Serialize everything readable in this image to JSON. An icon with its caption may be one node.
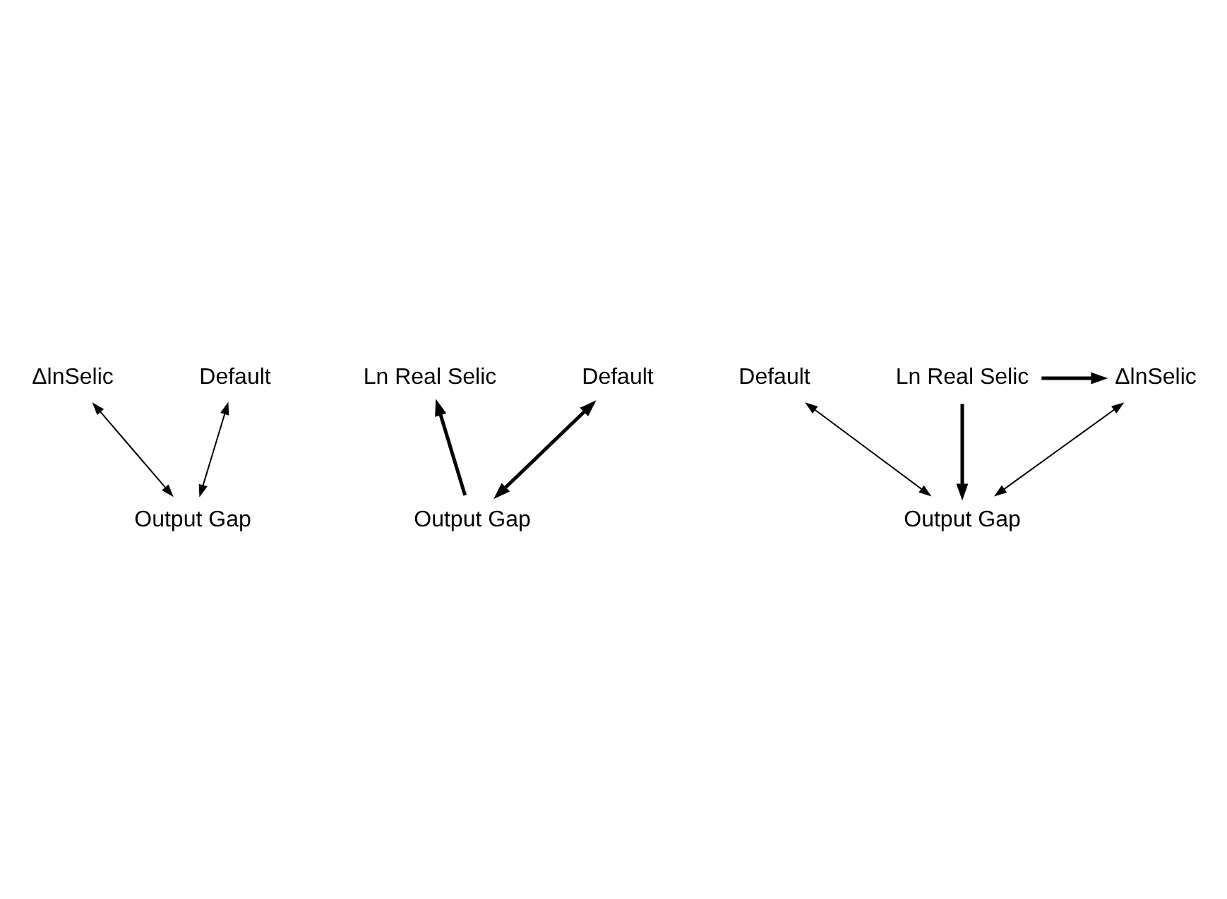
{
  "diagram": {
    "nodes": [
      {
        "text": [
          "ΔlnSelic"
        ]
      },
      {
        "text": [
          "Default"
        ]
      },
      {
        "text": [
          "Output Gap"
        ]
      },
      {
        "text": [
          "Ln Real Selic"
        ]
      },
      {
        "text": [
          "Default"
        ]
      },
      {
        "text": [
          "Output Gap"
        ]
      },
      {
        "text": [
          "Default"
        ]
      },
      {
        "text": [
          "Ln Real Selic"
        ]
      },
      {
        "text": [
          "ΔlnSelic"
        ]
      },
      {
        "text": [
          "Output Gap"
        ]
      }
    ],
    "edges": [
      {
        "from": 0,
        "to": 2,
        "arrow": "both"
      },
      {
        "from": 1,
        "to": 2,
        "arrow": "both"
      },
      {
        "from": 5,
        "to": 3,
        "arrow": "to",
        "style": "thick"
      },
      {
        "from": 5,
        "to": 4,
        "arrow": "both",
        "style": "thick"
      },
      {
        "from": 6,
        "to": 9,
        "arrow": "both"
      },
      {
        "from": 7,
        "to": 8,
        "arrow": "to",
        "style": "thick"
      },
      {
        "from": 7,
        "to": 9,
        "arrow": "to",
        "style": "thick"
      },
      {
        "from": 9,
        "to": 8,
        "arrow": "both"
      }
    ]
  }
}
